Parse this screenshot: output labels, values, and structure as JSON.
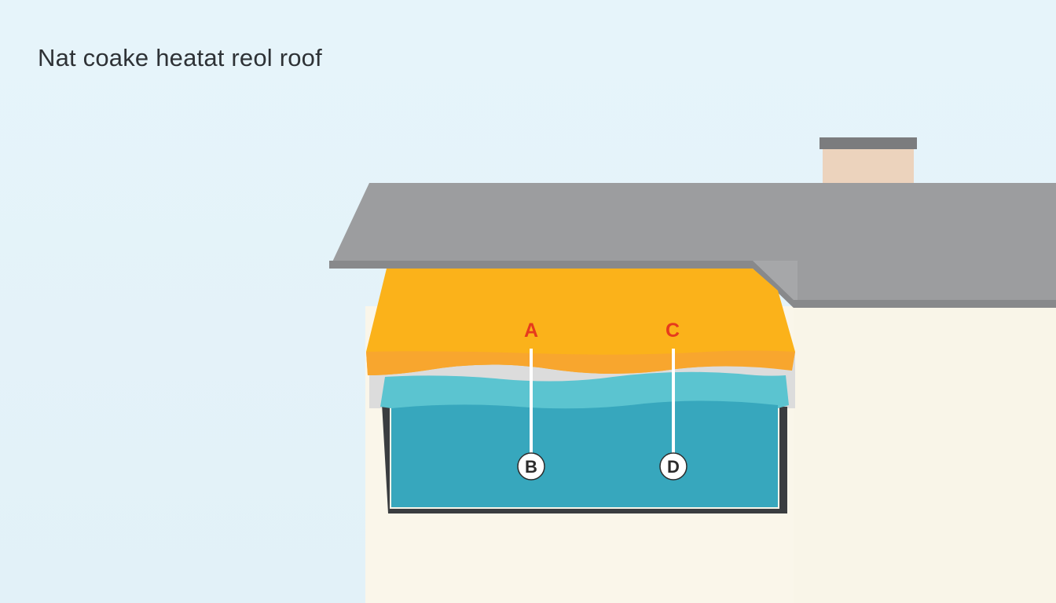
{
  "title": "Nat coake heatat reol roof",
  "labels": {
    "a": "A",
    "b": "B",
    "c": "C",
    "d": "D"
  },
  "colors": {
    "sky": "#e4f3f9",
    "roof": "#9c9d9f",
    "roof_edge": "#7d7e80",
    "chimney": "#ecd3bd",
    "chimney_cap": "#7b7c7e",
    "insulation": "#fbb21a",
    "insulation_lower": "#f8a62e",
    "water_top": "#5bc4d0",
    "water": "#37a7bd",
    "wall": "#faf6ea",
    "letter_accent": "#e63a1d",
    "marker_text": "#2b2b2b"
  }
}
